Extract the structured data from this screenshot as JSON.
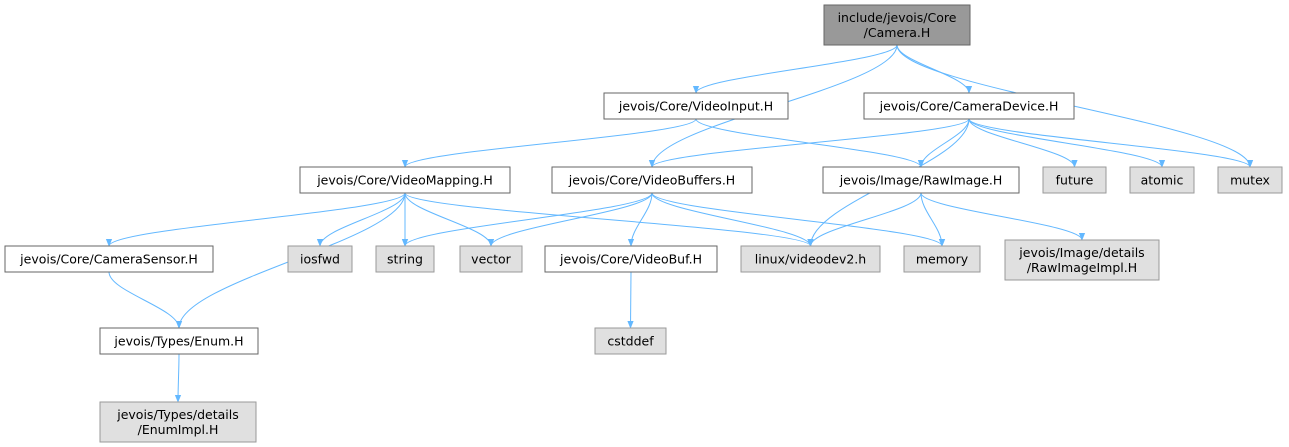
{
  "colors": {
    "root_fill": "#999999",
    "root_stroke": "#666666",
    "local_fill": "#ffffff",
    "local_stroke": "#666666",
    "system_fill": "#e0e0e0",
    "system_stroke": "#999999",
    "edge": "#63b8ff"
  },
  "nodes": [
    {
      "id": "camera",
      "label": [
        "include/jevois/Core",
        "/Camera.H"
      ],
      "kind": "root"
    },
    {
      "id": "videoinput",
      "label": [
        "jevois/Core/VideoInput.H"
      ],
      "kind": "local"
    },
    {
      "id": "cameradevice",
      "label": [
        "jevois/Core/CameraDevice.H"
      ],
      "kind": "local"
    },
    {
      "id": "videomapping",
      "label": [
        "jevois/Core/VideoMapping.H"
      ],
      "kind": "local"
    },
    {
      "id": "videobuffers",
      "label": [
        "jevois/Core/VideoBuffers.H"
      ],
      "kind": "local"
    },
    {
      "id": "rawimage",
      "label": [
        "jevois/Image/RawImage.H"
      ],
      "kind": "local"
    },
    {
      "id": "future",
      "label": [
        "future"
      ],
      "kind": "system"
    },
    {
      "id": "atomic",
      "label": [
        "atomic"
      ],
      "kind": "system"
    },
    {
      "id": "mutex",
      "label": [
        "mutex"
      ],
      "kind": "system"
    },
    {
      "id": "camerasensor",
      "label": [
        "jevois/Core/CameraSensor.H"
      ],
      "kind": "local"
    },
    {
      "id": "iosfwd",
      "label": [
        "iosfwd"
      ],
      "kind": "system"
    },
    {
      "id": "string",
      "label": [
        "string"
      ],
      "kind": "system"
    },
    {
      "id": "vector",
      "label": [
        "vector"
      ],
      "kind": "system"
    },
    {
      "id": "videobuf",
      "label": [
        "jevois/Core/VideoBuf.H"
      ],
      "kind": "local"
    },
    {
      "id": "videodev2",
      "label": [
        "linux/videodev2.h"
      ],
      "kind": "system"
    },
    {
      "id": "memory",
      "label": [
        "memory"
      ],
      "kind": "system"
    },
    {
      "id": "rawimageimpl",
      "label": [
        "jevois/Image/details",
        "/RawImageImpl.H"
      ],
      "kind": "system"
    },
    {
      "id": "enum",
      "label": [
        "jevois/Types/Enum.H"
      ],
      "kind": "local"
    },
    {
      "id": "cstddef",
      "label": [
        "cstddef"
      ],
      "kind": "system"
    },
    {
      "id": "enumimpl",
      "label": [
        "jevois/Types/details",
        "/EnumImpl.H"
      ],
      "kind": "system"
    }
  ],
  "edges": [
    [
      "camera",
      "videoinput"
    ],
    [
      "camera",
      "cameradevice"
    ],
    [
      "camera",
      "videobuffers"
    ],
    [
      "camera",
      "mutex"
    ],
    [
      "videoinput",
      "videomapping"
    ],
    [
      "videoinput",
      "rawimage"
    ],
    [
      "cameradevice",
      "videobuffers"
    ],
    [
      "cameradevice",
      "rawimage"
    ],
    [
      "cameradevice",
      "future"
    ],
    [
      "cameradevice",
      "atomic"
    ],
    [
      "cameradevice",
      "mutex"
    ],
    [
      "cameradevice",
      "videodev2"
    ],
    [
      "videomapping",
      "camerasensor"
    ],
    [
      "videomapping",
      "enum"
    ],
    [
      "videomapping",
      "iosfwd"
    ],
    [
      "videomapping",
      "string"
    ],
    [
      "videomapping",
      "vector"
    ],
    [
      "videomapping",
      "videodev2"
    ],
    [
      "videobuffers",
      "string"
    ],
    [
      "videobuffers",
      "vector"
    ],
    [
      "videobuffers",
      "videobuf"
    ],
    [
      "videobuffers",
      "videodev2"
    ],
    [
      "videobuffers",
      "memory"
    ],
    [
      "rawimage",
      "videodev2"
    ],
    [
      "rawimage",
      "memory"
    ],
    [
      "rawimage",
      "rawimageimpl"
    ],
    [
      "camerasensor",
      "enum"
    ],
    [
      "videobuf",
      "cstddef"
    ],
    [
      "enum",
      "enumimpl"
    ]
  ]
}
